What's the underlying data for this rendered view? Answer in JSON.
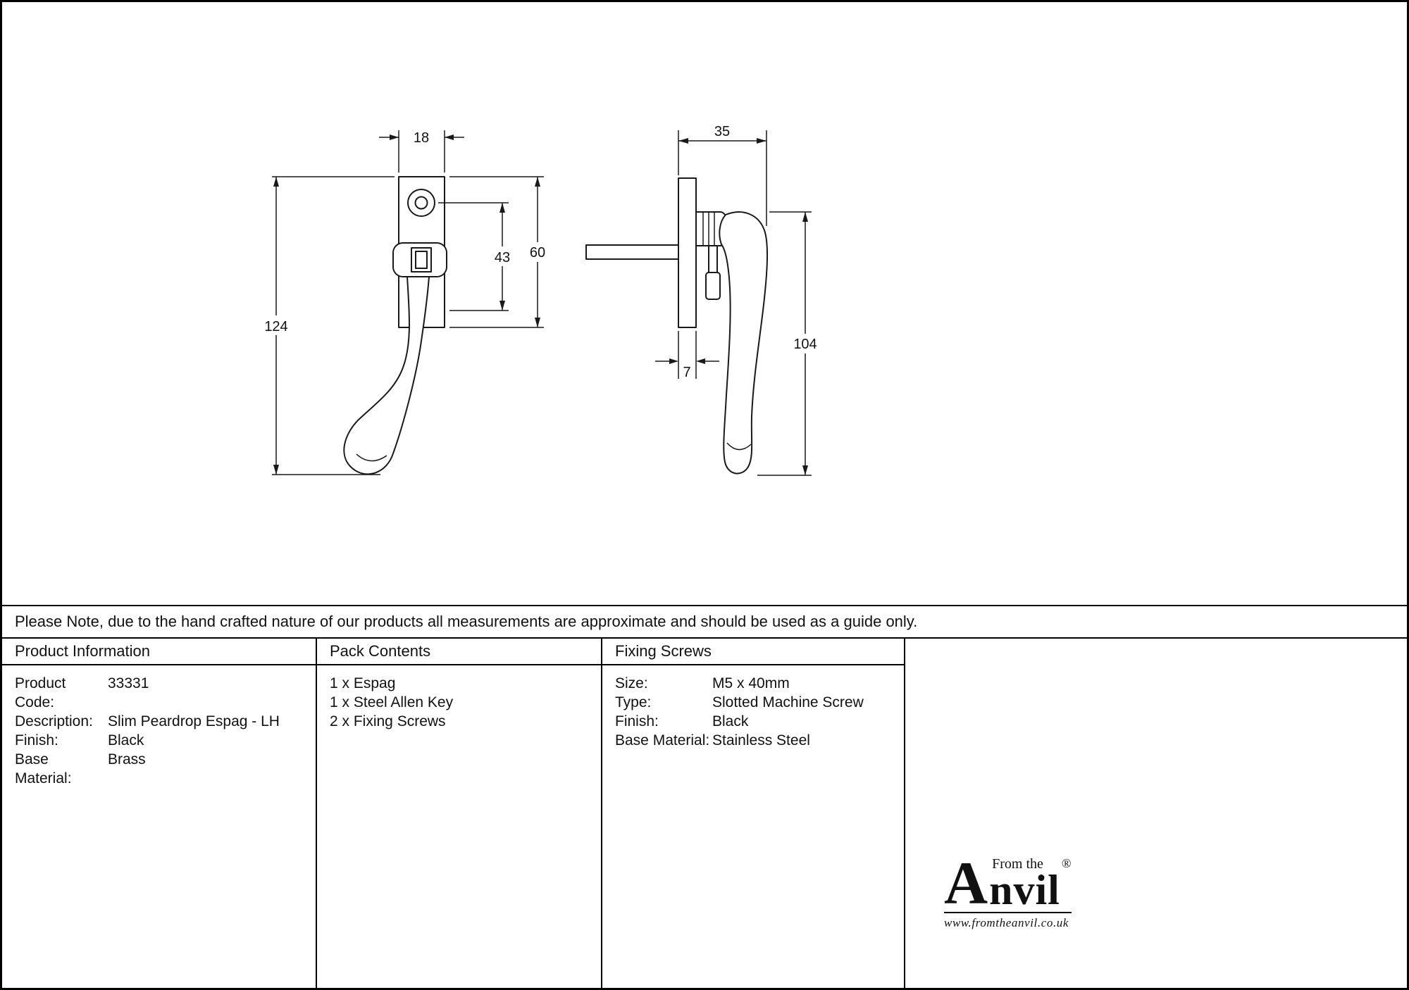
{
  "note": "Please Note, due to the hand crafted nature of our products all measurements are approximate and should be used as a guide only.",
  "drawing": {
    "front": {
      "width": "18",
      "overall_height": "124",
      "hole_spacing": "43",
      "plate_height": "60"
    },
    "side": {
      "depth": "35",
      "plate_thickness": "7",
      "handle_height": "104"
    }
  },
  "table": {
    "product_info": {
      "header": "Product Information",
      "rows": [
        {
          "label": "Product Code:",
          "value": "33331"
        },
        {
          "label": "Description:",
          "value": "Slim Peardrop Espag - LH"
        },
        {
          "label": "Finish:",
          "value": "Black"
        },
        {
          "label": "Base Material:",
          "value": "Brass"
        }
      ]
    },
    "pack_contents": {
      "header": "Pack Contents",
      "items": [
        "1 x Espag",
        "1 x Steel Allen Key",
        "2 x Fixing Screws"
      ]
    },
    "fixing_screws": {
      "header": "Fixing Screws",
      "rows": [
        {
          "label": "Size:",
          "value": "M5 x 40mm"
        },
        {
          "label": "Type:",
          "value": "Slotted Machine Screw"
        },
        {
          "label": "Finish:",
          "value": "Black"
        },
        {
          "label": "Base Material:",
          "value": "Stainless Steel"
        }
      ]
    }
  },
  "logo": {
    "from_the": "From the",
    "initial": "A",
    "rest": "nvil",
    "registered": "®",
    "website": "www.fromtheanvil.co.uk"
  }
}
